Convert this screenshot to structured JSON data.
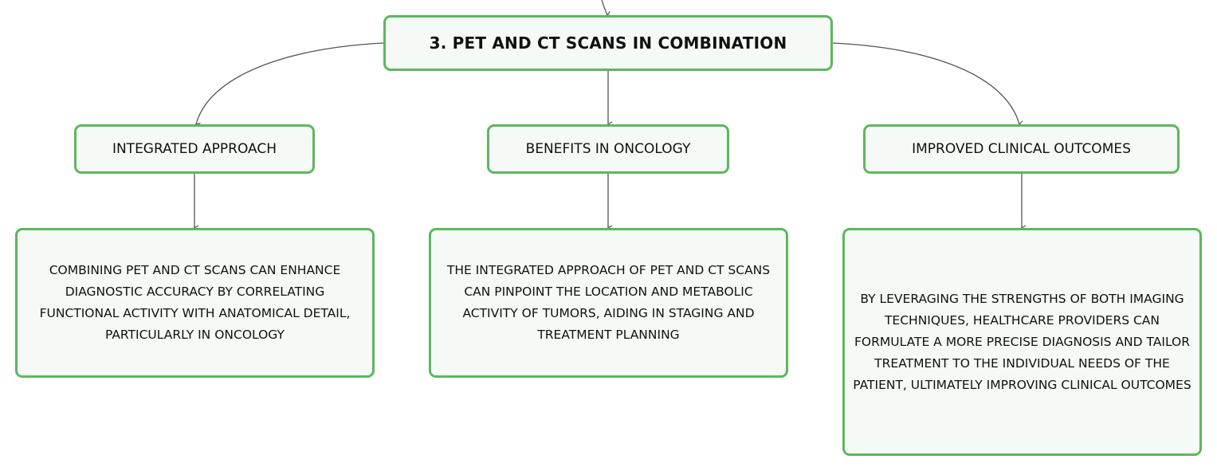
{
  "root": {
    "title": "3. PET AND CT SCANS IN COMBINATION"
  },
  "branches": [
    {
      "label": "INTEGRATED APPROACH",
      "detail": "COMBINING PET AND CT SCANS CAN ENHANCE DIAGNOSTIC ACCURACY BY CORRELATING FUNCTIONAL ACTIVITY WITH ANATOMICAL DETAIL, PARTICULARLY IN ONCOLOGY"
    },
    {
      "label": "BENEFITS IN ONCOLOGY",
      "detail": "THE INTEGRATED APPROACH OF PET AND CT SCANS CAN PINPOINT THE LOCATION AND METABOLIC ACTIVITY OF TUMORS, AIDING IN STAGING AND TREATMENT PLANNING"
    },
    {
      "label": "IMPROVED CLINICAL OUTCOMES",
      "detail": "BY LEVERAGING THE STRENGTHS OF BOTH IMAGING TECHNIQUES, HEALTHCARE PROVIDERS CAN FORMULATE A MORE PRECISE DIAGNOSIS AND TAILOR TREATMENT TO THE INDIVIDUAL NEEDS OF THE PATIENT, ULTIMATELY IMPROVING CLINICAL OUTCOMES"
    }
  ],
  "colors": {
    "node_border": "#5cb85c",
    "node_fill": "#f5faf6",
    "connector": "#555555"
  }
}
